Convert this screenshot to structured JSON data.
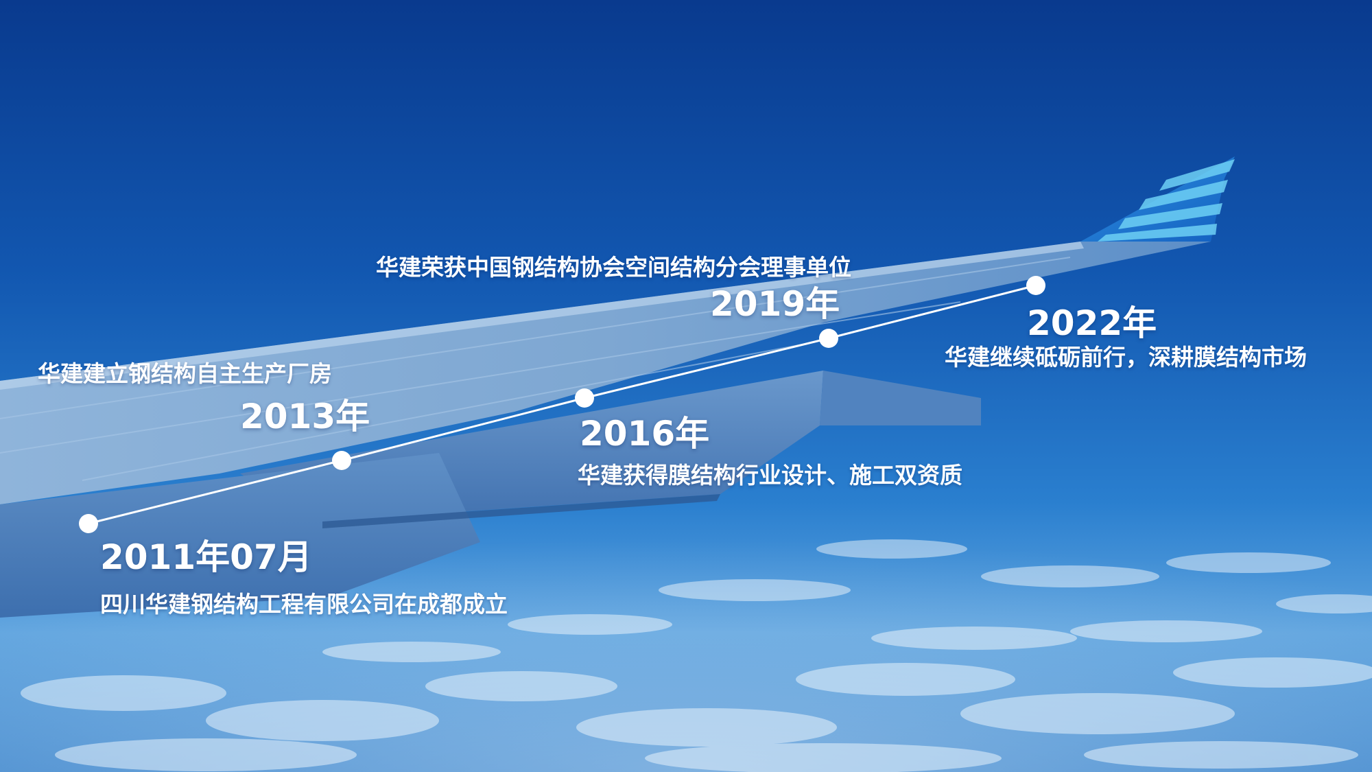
{
  "timeline": [
    {
      "year": "2011年07月",
      "event": "四川华建钢结构工程有限公司在成都成立"
    },
    {
      "year": "2013年",
      "event": "华建建立钢结构自主生产厂房"
    },
    {
      "year": "2016年",
      "event": "华建获得膜结构行业设计、施工双资质"
    },
    {
      "year": "2019年",
      "event": "华建荣获中国钢结构协会空间结构分会理事单位"
    },
    {
      "year": "2022年",
      "event": "华建继续砥砺前行，深耕膜结构市场"
    }
  ],
  "colors": {
    "sky_top": "#0b3f95",
    "sky_mid": "#1f72c6",
    "sky_horizon": "#6aaee6",
    "wing": "#7fa9d3",
    "winglet_stripes": "#5cc3f2",
    "line": "#ffffff"
  }
}
